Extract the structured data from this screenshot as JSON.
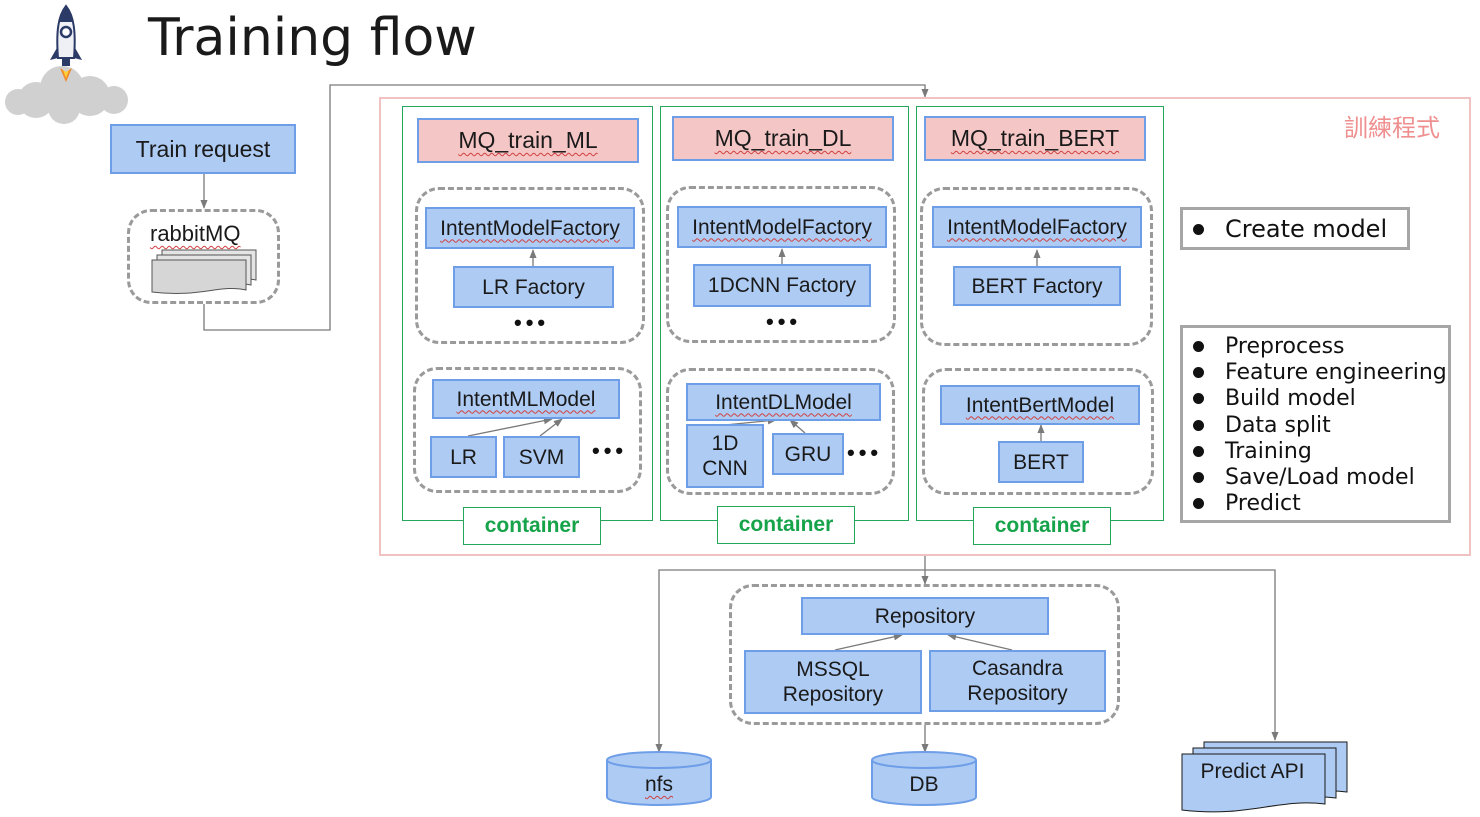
{
  "title": "Training flow",
  "train_request": "Train request",
  "rabbitmq": "rabbitMQ",
  "program_label": "訓練程式",
  "columns": [
    {
      "queue": "MQ_train_ML",
      "factory": "IntentModelFactory",
      "sub_factory": "LR Factory",
      "model": "IntentMLModel",
      "leaves": [
        "LR",
        "SVM"
      ],
      "container": "container"
    },
    {
      "queue": "MQ_train_DL",
      "factory": "IntentModelFactory",
      "sub_factory": "1DCNN Factory",
      "model": "IntentDLModel",
      "leaves": [
        "1D\nCNN",
        "GRU"
      ],
      "container": "container"
    },
    {
      "queue": "MQ_train_BERT",
      "factory": "IntentModelFactory",
      "sub_factory": "BERT Factory",
      "model": "IntentBertModel",
      "leaves": [
        "BERT"
      ],
      "container": "container"
    }
  ],
  "create_model": "Create model",
  "steps": [
    "Preprocess",
    "Feature engineering",
    "Build model",
    "Data split",
    "Training",
    "Save/Load model",
    "Predict"
  ],
  "repository": {
    "base": "Repository",
    "impls": [
      "MSSQL\nRepository",
      "Casandra\nRepository"
    ]
  },
  "storage": {
    "nfs": "nfs",
    "db": "DB",
    "predict_api": "Predict API"
  },
  "ellipsis": "•••"
}
